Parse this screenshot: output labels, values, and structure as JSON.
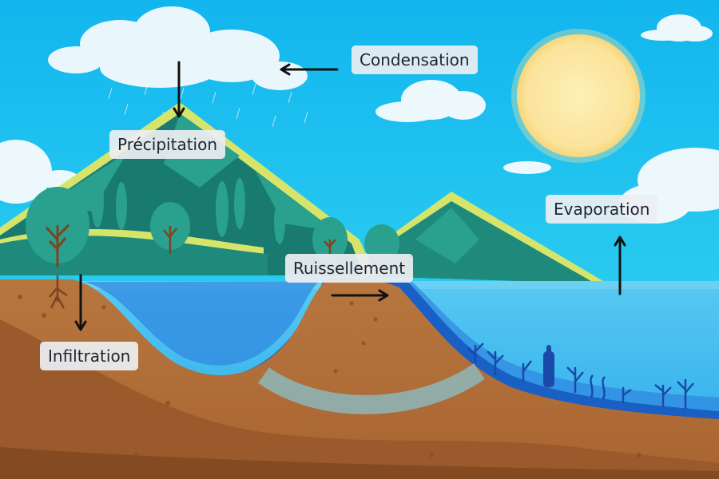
{
  "labels": {
    "condensation": "Condensation",
    "precipitation": "Précipitation",
    "evaporation": "Evaporation",
    "ruissellement": "Ruissellement",
    "infiltration": "Infiltration"
  },
  "icons": {
    "sun": "sun-icon",
    "cloud": "cloud-icon",
    "arrow": "arrow-icon",
    "tree": "tree-icon",
    "roots": "roots-icon",
    "coral": "coral-icon"
  },
  "colors": {
    "sky_top": "#12b6ee",
    "sky_bottom": "#3ad8f2",
    "sun": "#fbe9a6",
    "mountain_dark": "#197a70",
    "mountain_light": "#2aa08e",
    "mountain_edge": "#d6e56a",
    "water": "#3fb8ee",
    "deep_water": "#1a5fc4",
    "soil_light": "#b0703c",
    "soil_dark": "#7a4520",
    "groundwater": "#8fb3b3",
    "arrow": "#111111"
  }
}
